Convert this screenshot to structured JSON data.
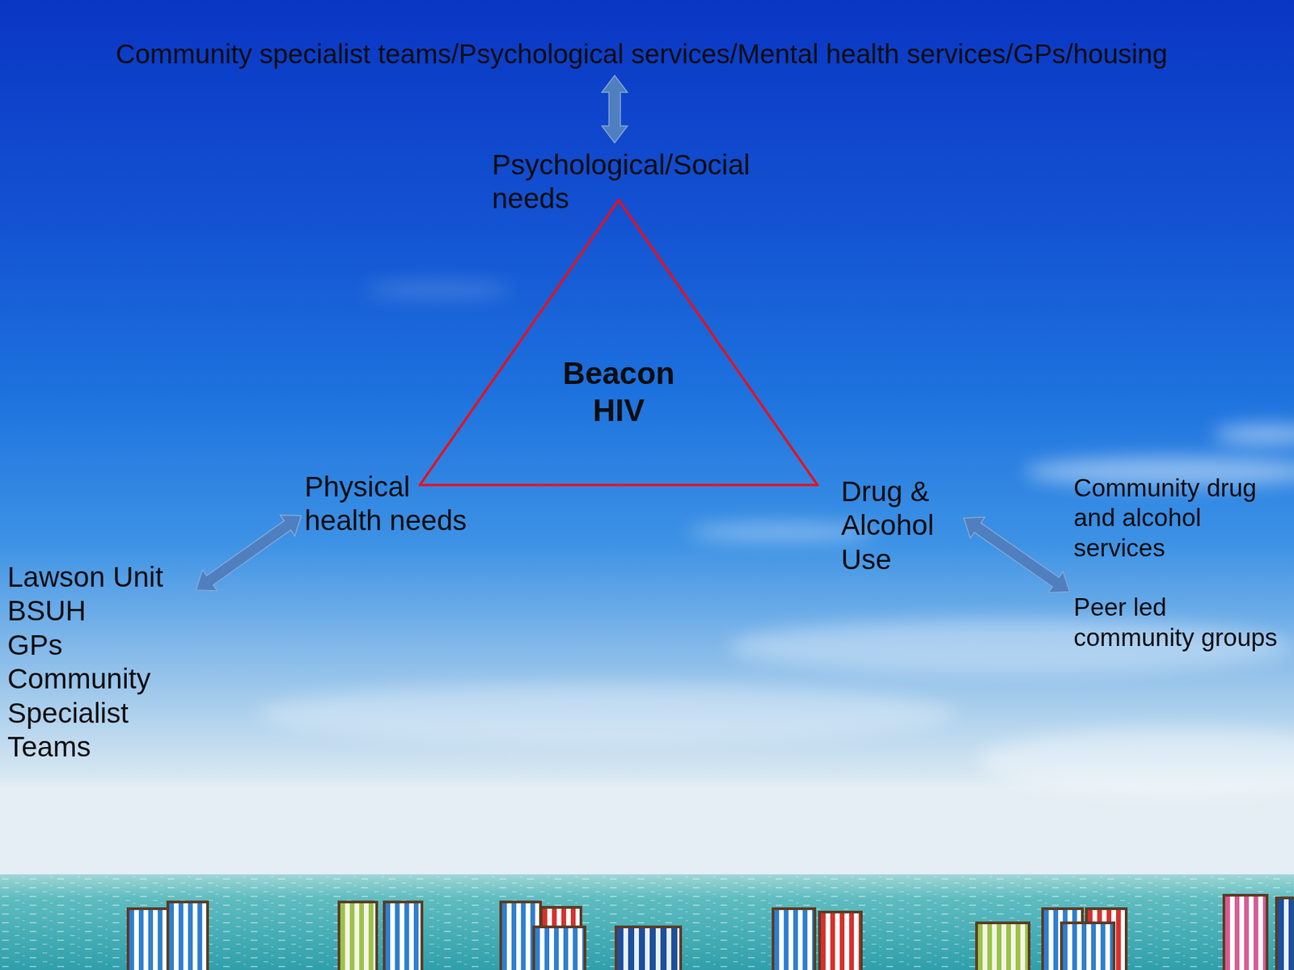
{
  "diagram": {
    "nodes": [
      {
        "text": [
          "Community specialist teams/Psychological services/Mental health services/GPs/housing"
        ]
      },
      {
        "text": [
          "Psychological/Social needs"
        ]
      },
      {
        "text": [
          "Beacon HIV"
        ]
      },
      {
        "text": [
          "Physical health needs"
        ]
      },
      {
        "text": [
          "Drug & Alcohol Use"
        ]
      },
      {
        "text": [
          "Community drug and alcohol services",
          "Peer led community groups"
        ]
      },
      {
        "text": [
          "Lawson Unit",
          "BSUH",
          "GPs",
          "Community Specialist Teams"
        ]
      }
    ],
    "edges": [
      {
        "from": 0,
        "to": 1,
        "arrow": "both"
      },
      {
        "from": 3,
        "to": 6,
        "arrow": "both"
      },
      {
        "from": 4,
        "to": 5,
        "arrow": "both"
      }
    ]
  }
}
